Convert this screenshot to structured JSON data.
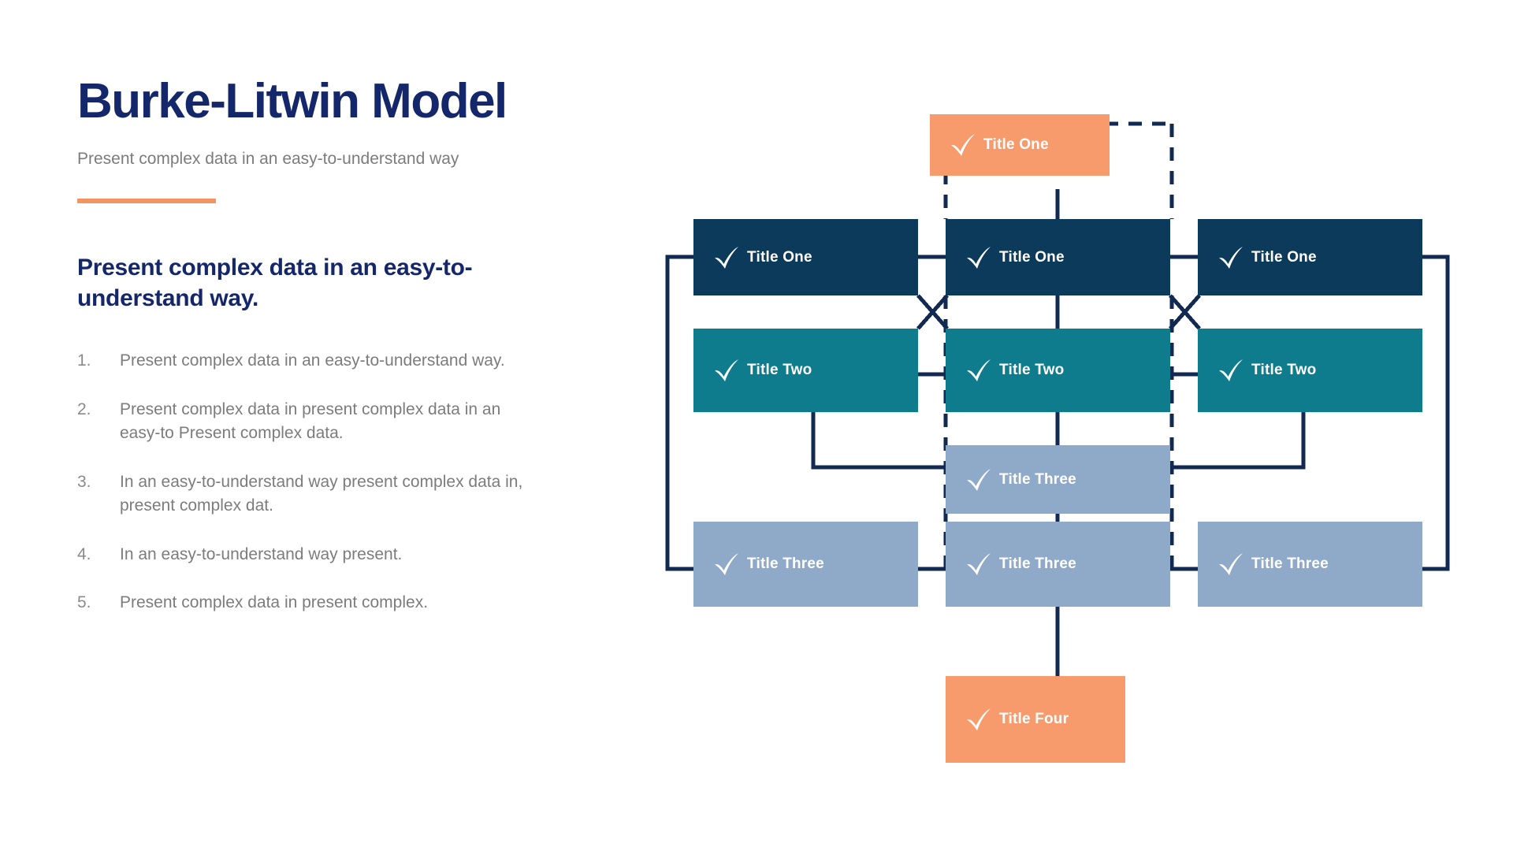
{
  "slide": {
    "title": "Burke-Litwin Model",
    "subtitle": "Present complex data in an easy-to-understand way",
    "section_heading": "Present complex data in an easy-to-understand way.",
    "list": [
      {
        "number": "1.",
        "text": "Present complex data in an easy-to-understand way."
      },
      {
        "number": "2.",
        "text": "Present complex data in present complex data in an easy-to Present complex data."
      },
      {
        "number": "3.",
        "text": "In an easy-to-understand way present complex data in, present complex dat."
      },
      {
        "number": "4.",
        "text": "In an easy-to-understand way present."
      },
      {
        "number": "5.",
        "text": "Present complex data in present complex."
      }
    ]
  },
  "colors": {
    "title_navy": "#15276B",
    "body_gray": "#7C7C7C",
    "accent_orange": "#F3935F",
    "node_navy": "#0C3A5B",
    "node_teal": "#0E7C8D",
    "node_steel": "#8FA9C8",
    "node_orange": "#F89B6C",
    "connector": "#122A52"
  },
  "diagram": {
    "nodes": [
      {
        "id": "top-orange",
        "label": "Title One",
        "color": "orange"
      },
      {
        "id": "row1-left",
        "label": "Title One",
        "color": "navy"
      },
      {
        "id": "row1-center",
        "label": "Title One",
        "color": "navy"
      },
      {
        "id": "row1-right",
        "label": "Title One",
        "color": "navy"
      },
      {
        "id": "row2-left",
        "label": "Title Two",
        "color": "teal"
      },
      {
        "id": "row2-center",
        "label": "Title Two",
        "color": "teal"
      },
      {
        "id": "row2-right",
        "label": "Title Two",
        "color": "teal"
      },
      {
        "id": "row3-center",
        "label": "Title Three",
        "color": "steel"
      },
      {
        "id": "row4-left",
        "label": "Title Three",
        "color": "steel"
      },
      {
        "id": "row4-center",
        "label": "Title Three",
        "color": "steel"
      },
      {
        "id": "row4-right",
        "label": "Title Three",
        "color": "steel"
      },
      {
        "id": "bottom-orange",
        "label": "Title Four",
        "color": "orange"
      }
    ],
    "icon": "check-icon"
  }
}
